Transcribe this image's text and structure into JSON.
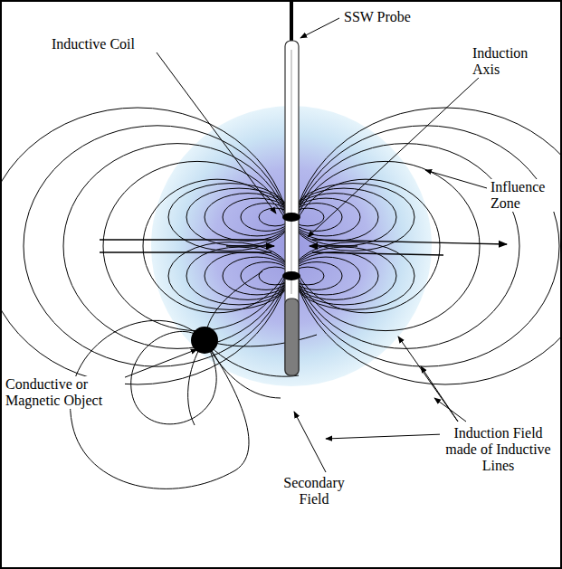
{
  "diagram": {
    "labels": [
      "SSW Probe",
      "Inductive Coil",
      "Induction Axis",
      "Influence Zone",
      "Conductive or Magnetic Object",
      "Induction Field made of Inductive Lines",
      "Secondary Field"
    ]
  }
}
